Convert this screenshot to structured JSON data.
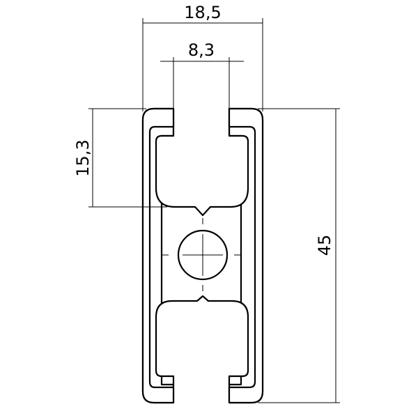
{
  "drawing": {
    "dimensions": {
      "overall_width": "18,5",
      "slot_width": "8,3",
      "slot_depth": "15,3",
      "overall_height": "45"
    }
  }
}
